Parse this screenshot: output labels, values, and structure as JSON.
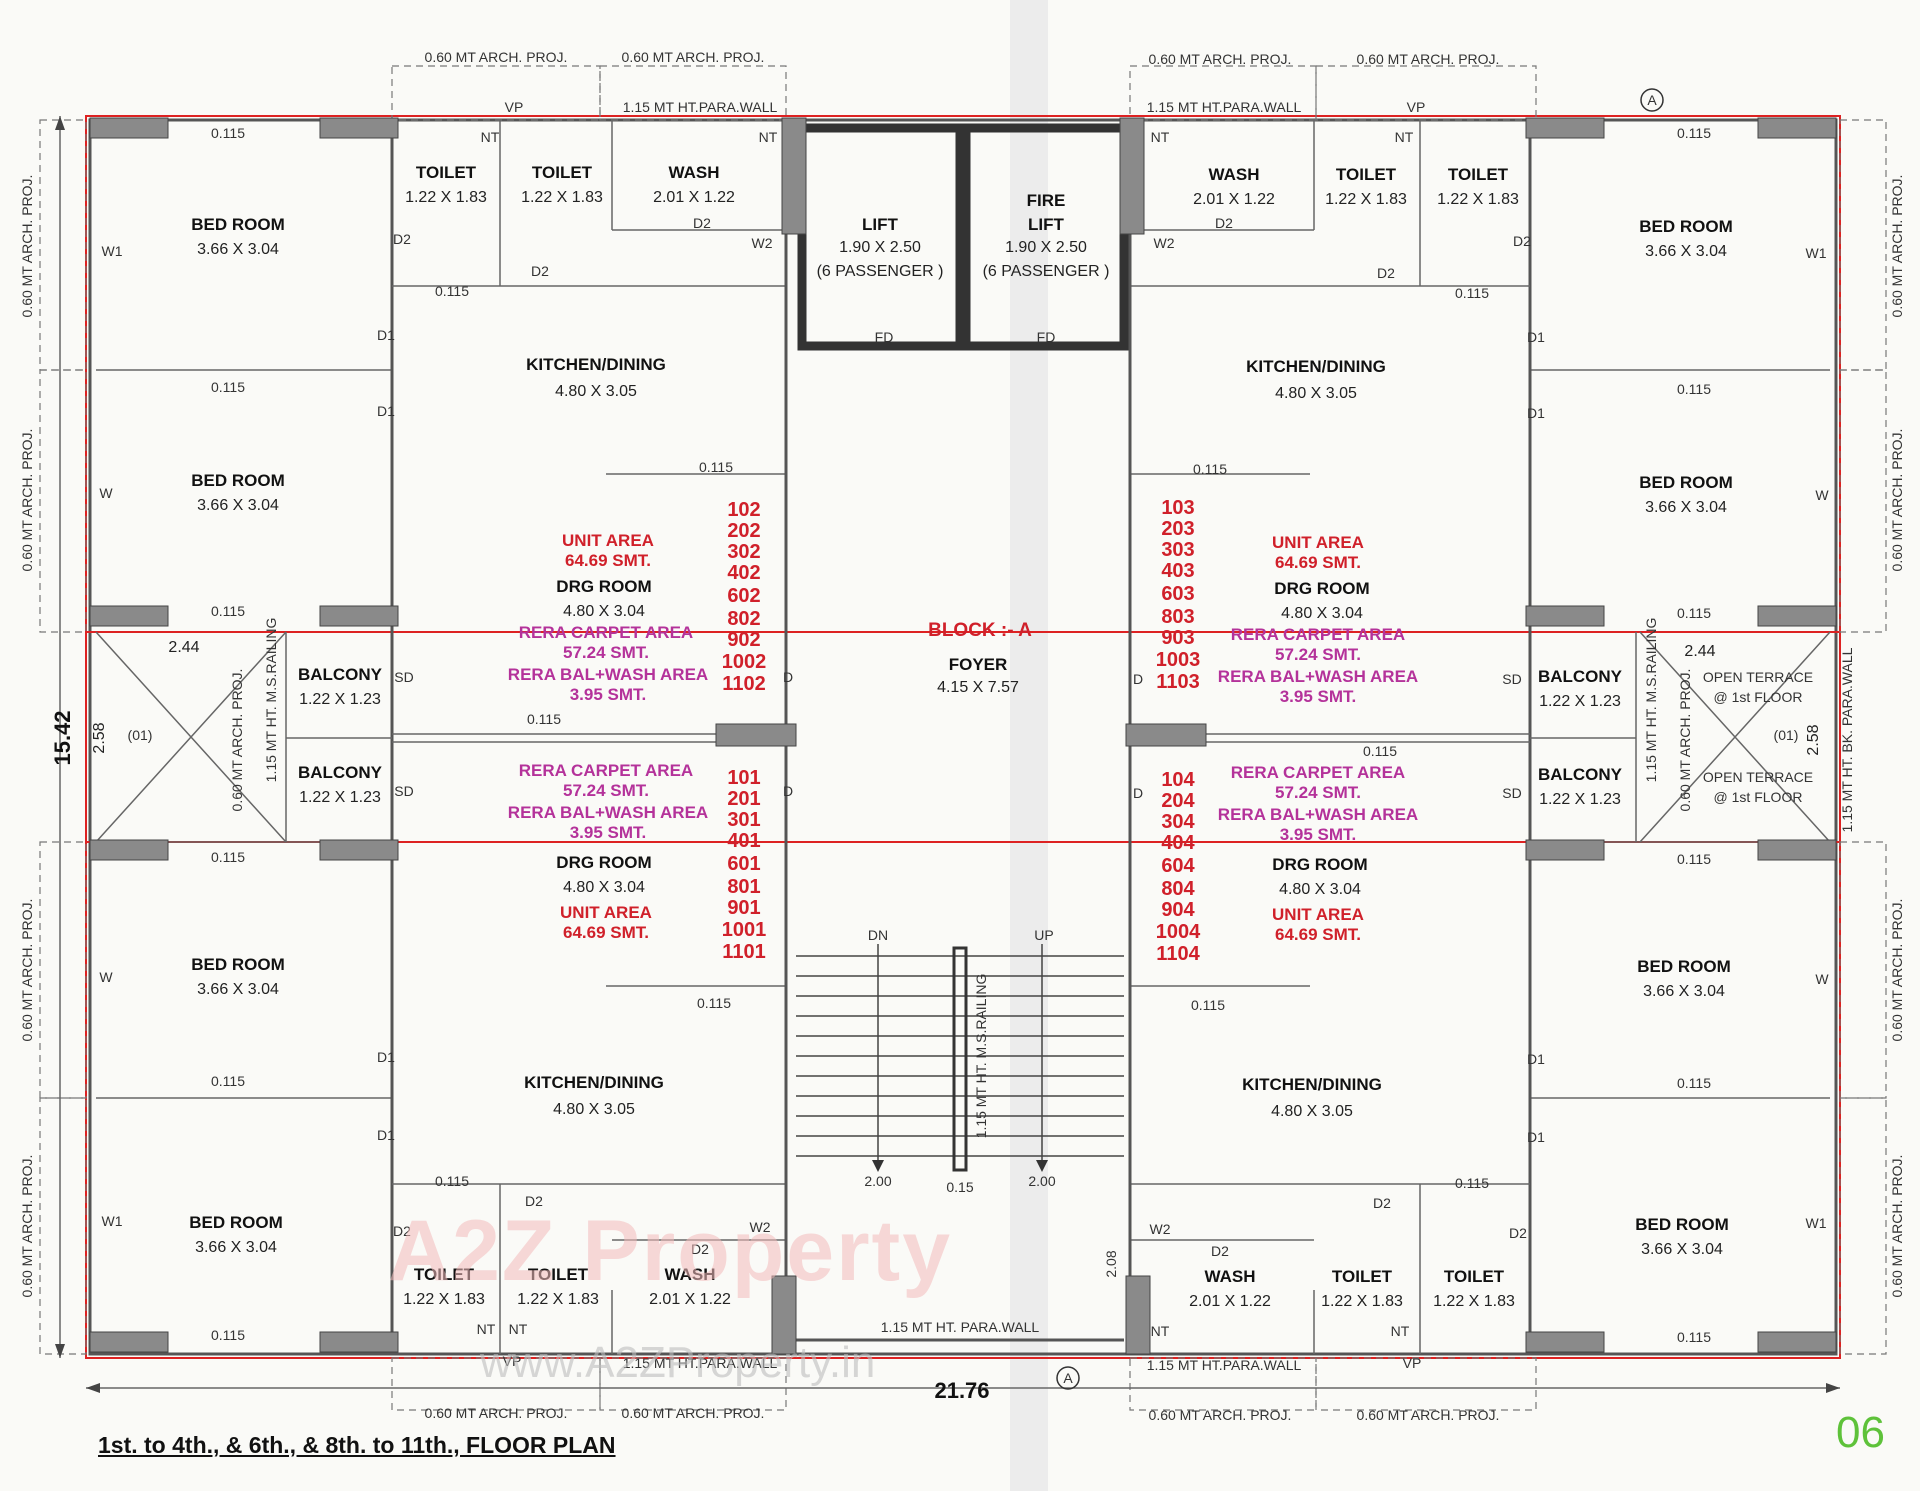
{
  "title": "1st. to 4th., & 6th., & 8th. to 11th., FLOOR PLAN",
  "page_number": "06",
  "watermark": {
    "logo_text": "A2Z Property",
    "url": "www.A2ZProperty.in"
  },
  "block": {
    "name": "BLOCK :- A",
    "foyer_label": "FOYER",
    "foyer_size": "4.15 X 7.57"
  },
  "lifts": {
    "lift": {
      "label": "LIFT",
      "size": "1.90 X 2.50",
      "capacity": "(6 PASSENGER )"
    },
    "fire_lift": {
      "label1": "FIRE",
      "label2": "LIFT",
      "size": "1.90 X 2.50",
      "capacity": "(6 PASSENGER )"
    },
    "door": "FD"
  },
  "rooms": {
    "bed_room": "BED ROOM",
    "bed_size": "3.66 X 3.04",
    "toilet": "TOILET",
    "toilet_size": "1.22 X 1.83",
    "wash": "WASH",
    "wash_size": "2.01 X 1.22",
    "kitchen": "KITCHEN/DINING",
    "kitchen_size": "4.80 X 3.05",
    "drg": "DRG ROOM",
    "drg_size": "4.80 X 3.04",
    "balcony": "BALCONY",
    "balcony_size": "1.22 X 1.23",
    "open_terrace": "OPEN TERRACE",
    "terrace_floor": "@ 1st FLOOR"
  },
  "areas": {
    "unit_area": "UNIT AREA",
    "unit_value": "64.69 SMT.",
    "rera_carpet": "RERA CARPET AREA",
    "rera_carpet_value": "57.24 SMT.",
    "rera_bal": "RERA BAL+WASH AREA",
    "rera_bal_value": "3.95 SMT."
  },
  "unit_numbers": {
    "col_top_left": [
      "102",
      "202",
      "302",
      "402",
      "602",
      "802",
      "902",
      "1002",
      "1102"
    ],
    "col_bottom_left": [
      "101",
      "201",
      "301",
      "401",
      "601",
      "801",
      "901",
      "1001",
      "1101"
    ],
    "col_top_right": [
      "103",
      "203",
      "303",
      "403",
      "603",
      "803",
      "903",
      "1003",
      "1103"
    ],
    "col_bottom_right": [
      "104",
      "204",
      "304",
      "404",
      "604",
      "804",
      "904",
      "1004",
      "1104"
    ]
  },
  "labels": {
    "arch_proj": "0.60 MT ARCH. PROJ.",
    "para_wall": "1.15 MT HT.PARA.WALL",
    "para_wall_2": "1.15 MT HT. PARA.WALL",
    "ms_railing": "1.15 MT HT. M.S.RAILING",
    "bk_para_wall": "1.15 MT HT. BK. PARA.WALL",
    "wall_thk": "0.115",
    "overall_width": "21.76",
    "overall_height": "15.42",
    "balcony_void_w": "2.44",
    "balcony_void_h": "2.58",
    "void_tag": "(01)",
    "stair_dn": "DN",
    "stair_up": "UP",
    "stair_w": "2.00",
    "stair_gap": "0.15",
    "lobby_dim": "2.08",
    "section_marker": "A",
    "door_d": "D",
    "door_d1": "D1",
    "door_d2": "D2",
    "door_sd": "SD",
    "win_w": "W",
    "win_w1": "W1",
    "win_w2": "W2",
    "nt": "NT",
    "vp": "VP"
  }
}
